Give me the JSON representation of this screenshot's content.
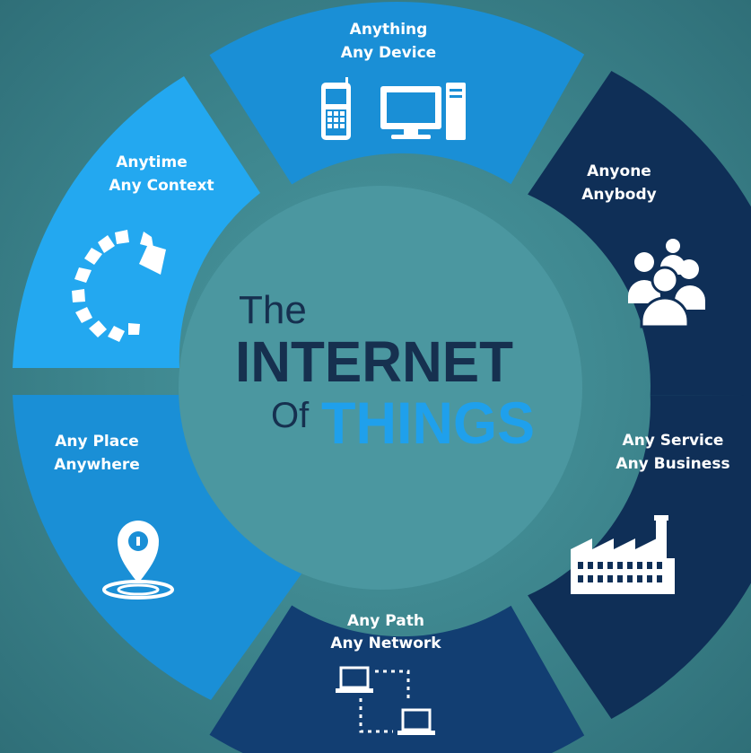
{
  "title": {
    "line1": "The",
    "line2": "INTERNET",
    "line3_prefix": "Of",
    "line3_emphasis": "THINGS"
  },
  "segments": [
    {
      "id": "top",
      "line1": "Anything",
      "line2": "Any Device",
      "icon": "phone-computer-icon",
      "color": "#1a8fd6"
    },
    {
      "id": "upper-right",
      "line1": "Anyone",
      "line2": "Anybody",
      "icon": "people-group-icon",
      "color": "#0f2f57"
    },
    {
      "id": "lower-right",
      "line1": "Any Service",
      "line2": "Any Business",
      "icon": "factory-icon",
      "color": "#0f2f57"
    },
    {
      "id": "bottom",
      "line1": "Any Path",
      "line2": "Any Network",
      "icon": "network-laptops-icon",
      "color": "#123e72"
    },
    {
      "id": "lower-left",
      "line1": "Any Place",
      "line2": "Anywhere",
      "icon": "location-pin-icon",
      "color": "#1a8fd6"
    },
    {
      "id": "upper-left",
      "line1": "Anytime",
      "line2": "Any Context",
      "icon": "refresh-arrow-icon",
      "color": "#23a8f0"
    }
  ],
  "colors": {
    "center": "#4b97a0",
    "title_dark": "#16304f",
    "title_accent": "#1fa0ec"
  }
}
